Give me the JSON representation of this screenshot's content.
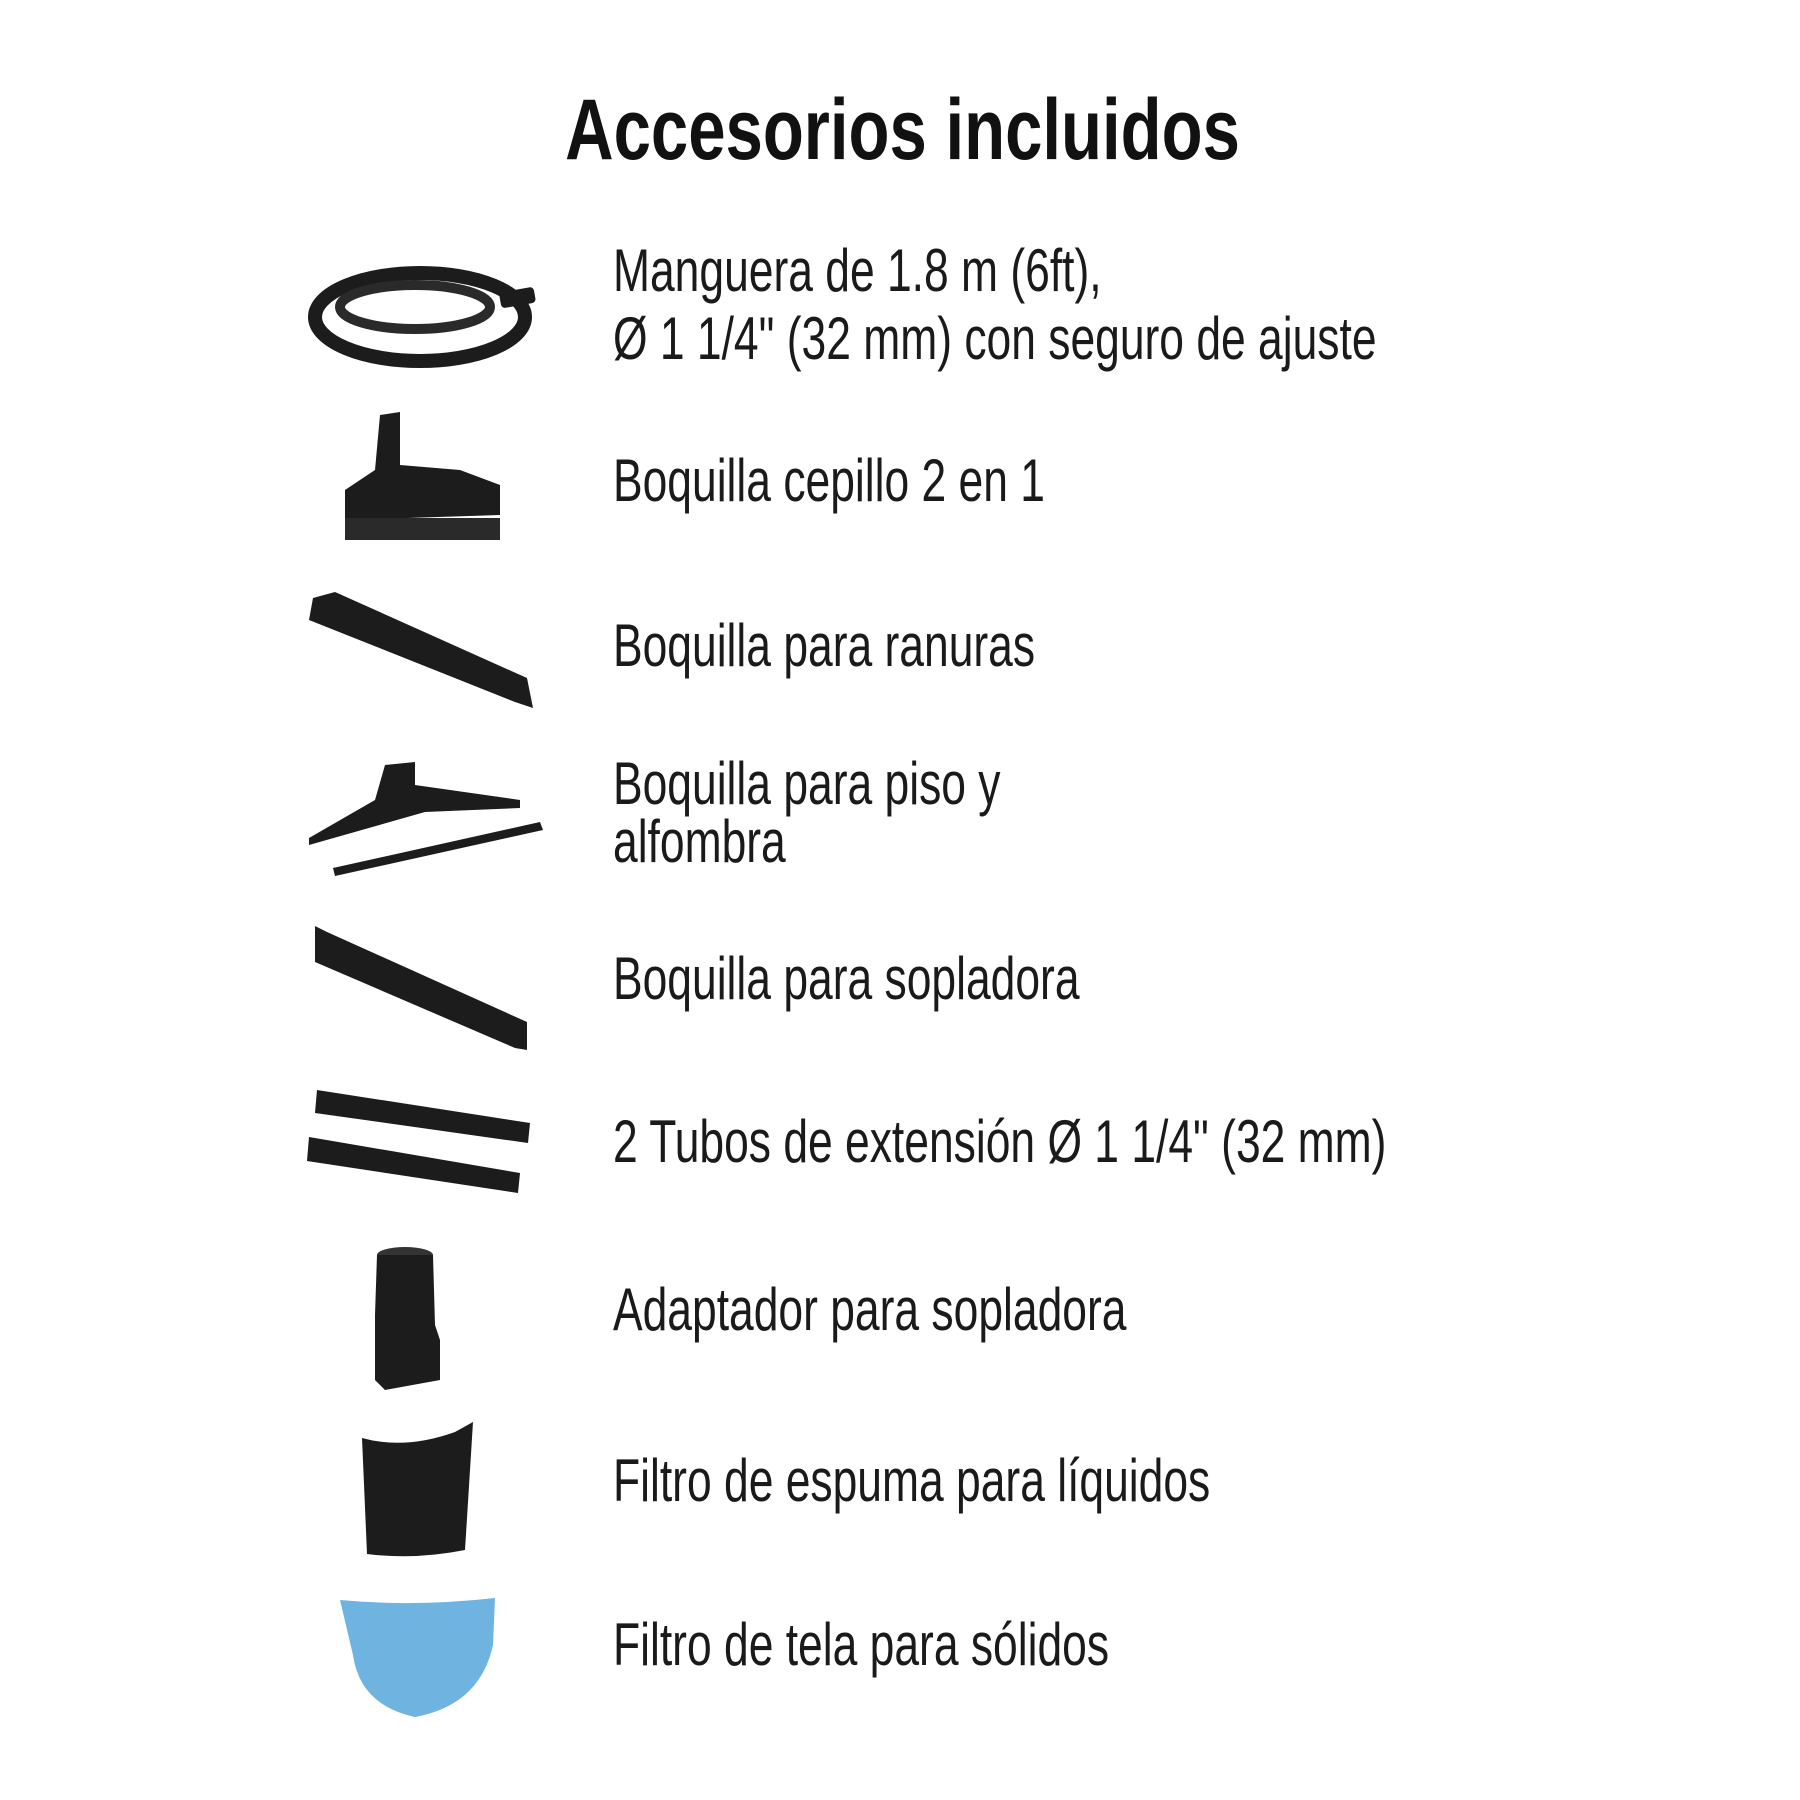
{
  "title": "Accesorios incluidos",
  "items": [
    {
      "icon": "hose-icon",
      "lines": [
        "Manguera de 1.8 m (6ft),",
        "Ø 1 1/4\" (32 mm) con seguro de ajuste"
      ]
    },
    {
      "icon": "brush-nozzle-icon",
      "lines": [
        "Boquilla cepillo 2 en 1"
      ]
    },
    {
      "icon": "crevice-nozzle-icon",
      "lines": [
        "Boquilla para ranuras"
      ]
    },
    {
      "icon": "floor-nozzle-icon",
      "lines": [
        "Boquilla para piso y",
        "alfombra"
      ]
    },
    {
      "icon": "blower-nozzle-icon",
      "lines": [
        "Boquilla para sopladora"
      ]
    },
    {
      "icon": "extension-tubes-icon",
      "lines": [
        "2 Tubos de extensión Ø 1 1/4\" (32 mm)"
      ]
    },
    {
      "icon": "blower-adapter-icon",
      "lines": [
        "Adaptador para sopladora"
      ]
    },
    {
      "icon": "foam-filter-icon",
      "lines": [
        "Filtro de espuma para líquidos"
      ]
    },
    {
      "icon": "cloth-filter-icon",
      "lines": [
        "Filtro de tela para sólidos"
      ]
    }
  ],
  "colors": {
    "text": "#1a1a1a",
    "accessory": "#1c1c1c",
    "cloth_filter": "#6fb3e0"
  }
}
